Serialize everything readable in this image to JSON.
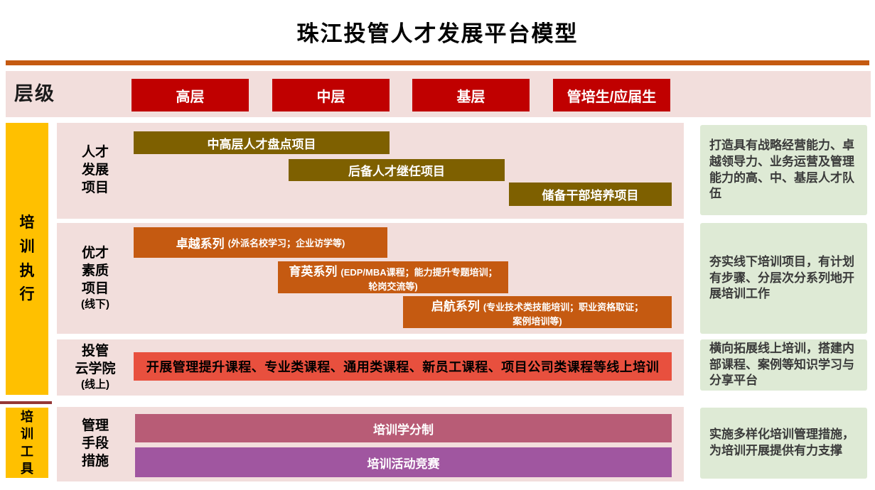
{
  "title": "珠江投管人才发展平台模型",
  "palette": {
    "accent_red": "#C00000",
    "rule_orange": "#C55A11",
    "panel_pink": "#F2DEDC",
    "bar_olive": "#7E6000",
    "bar_orange": "#C55A11",
    "bar_tomato": "#E8503E",
    "bar_mauve": "#B85C76",
    "bar_purple": "#A056A0",
    "side_yellow": "#FFC000",
    "note_green": "#DEEAD5",
    "divider_maroon": "#953735"
  },
  "level_row": {
    "label": "层级",
    "levels": [
      {
        "label": "高层"
      },
      {
        "label": "中层"
      },
      {
        "label": "基层"
      },
      {
        "label": "管培生/应届生"
      }
    ]
  },
  "sections": [
    {
      "side_label": "培训执行",
      "rows": [
        {
          "label_lines": [
            "人才",
            "发展",
            "项目"
          ],
          "bars": [
            {
              "text": "中高层人才盘点项目"
            },
            {
              "text": "后备人才继任项目"
            },
            {
              "text": "储备干部培养项目"
            }
          ],
          "note": "打造具有战略经营能力、卓越领导力、业务运营及管理能力的高、中、基层人才队伍"
        },
        {
          "label_lines": [
            "优才",
            "素质",
            "项目"
          ],
          "label_sub": "(线下)",
          "bars": [
            {
              "name": "卓越系列",
              "desc": "(外派名校学习；企业访学等)"
            },
            {
              "name": "育英系列",
              "desc": "(EDP/MBA课程；能力提升专题培训；\n轮岗交流等)"
            },
            {
              "name": "启航系列",
              "desc": "(专业技术类技能培训；职业资格取证；\n案例培训等)"
            }
          ],
          "note": "夯实线下培训项目，有计划有步骤、分层次分系列地开展培训工作"
        },
        {
          "label_lines": [
            "投管",
            "云学院"
          ],
          "label_sub": "(线上)",
          "bars": [
            {
              "text": "开展管理提升课程、专业类课程、通用类课程、新员工课程、项目公司类课程等线上培训"
            }
          ],
          "note": "横向拓展线上培训，搭建内部课程、案例等知识学习与分享平台"
        }
      ]
    },
    {
      "side_label": "培训工具",
      "rows": [
        {
          "label_lines": [
            "管理",
            "手段",
            "措施"
          ],
          "bars": [
            {
              "text": "培训学分制"
            },
            {
              "text": "培训活动竞赛"
            }
          ],
          "note": "实施多样化培训管理措施，为培训开展提供有力支撑"
        }
      ]
    }
  ]
}
